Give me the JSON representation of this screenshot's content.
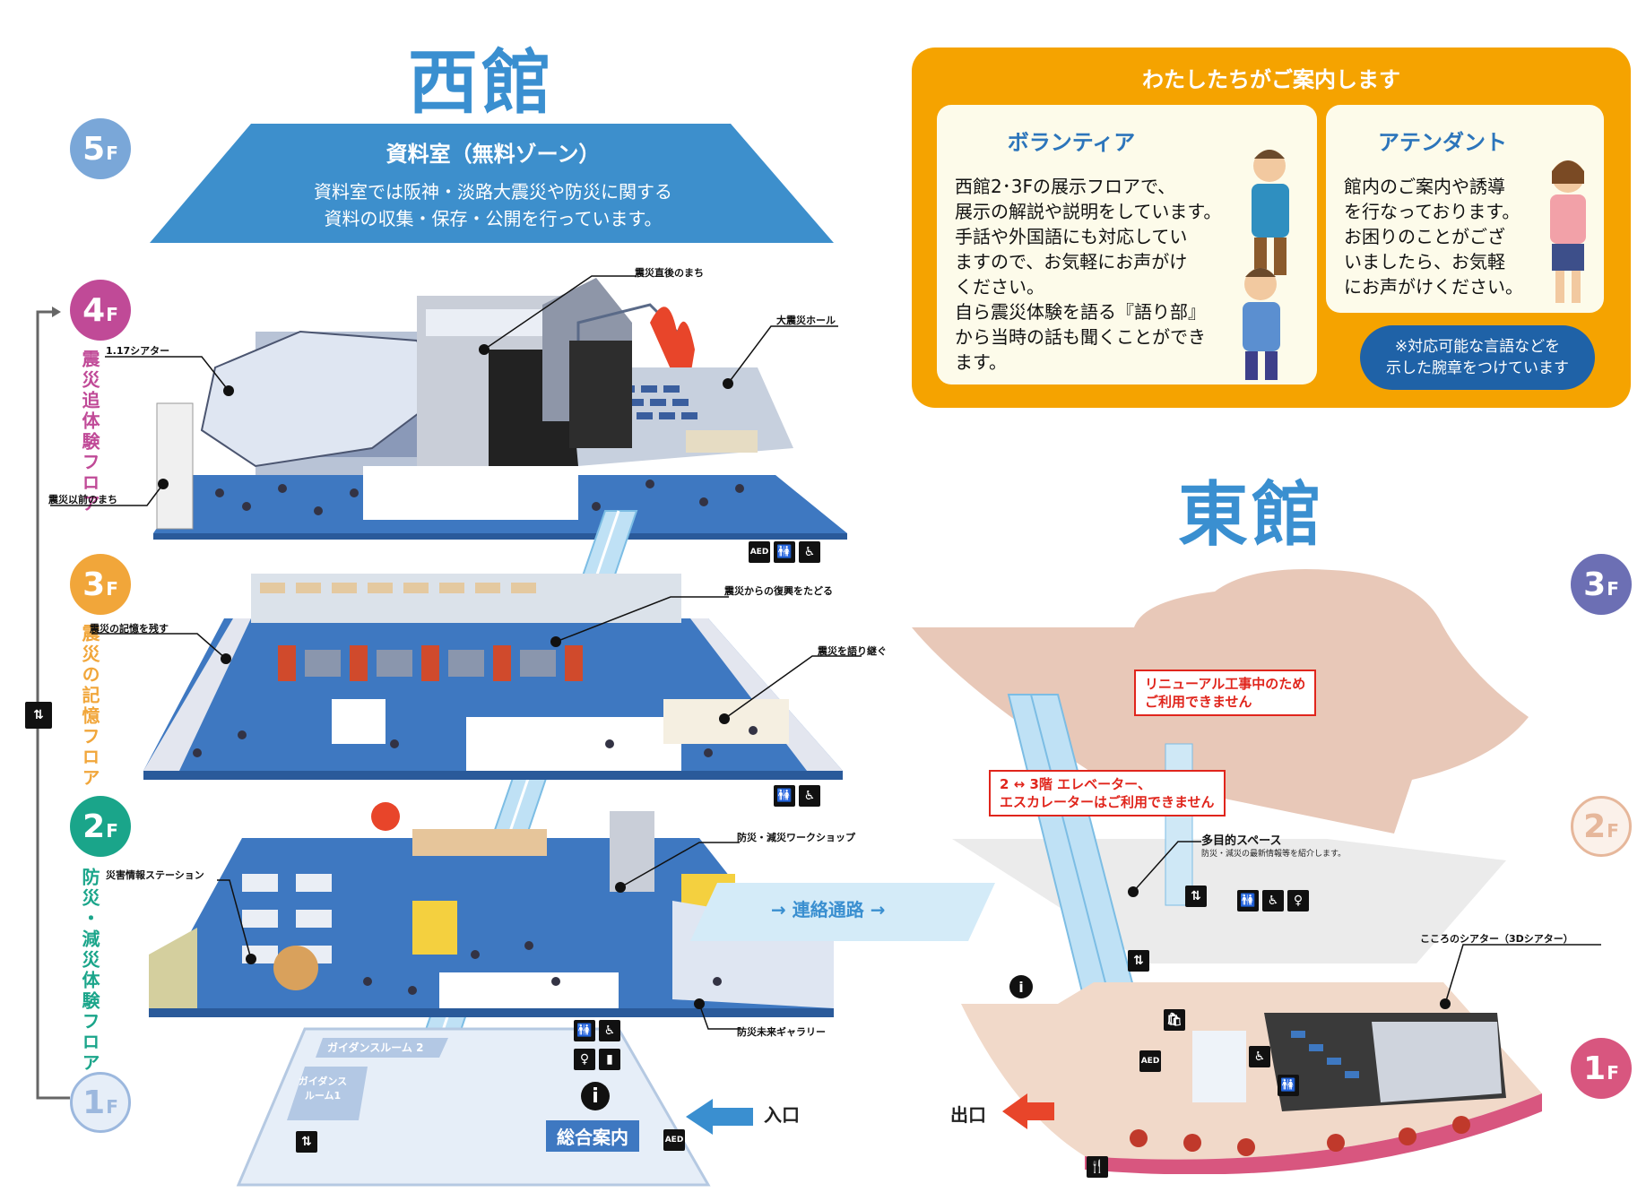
{
  "west": {
    "title": "西館",
    "floor5": {
      "badge": "5",
      "zone_title": "資料室（無料ゾーン）",
      "zone_desc_1": "資料室では阪神・淡路大震災や防災に関する",
      "zone_desc_2": "資料の収集・保存・公開を行っています。"
    },
    "floor4": {
      "badge": "4",
      "name": "震災追体験フロア",
      "labels": [
        "震災直後のまち",
        "1.17シアター",
        "大震災ホール",
        "震災以前のまち"
      ]
    },
    "floor3": {
      "badge": "3",
      "name": "震災の記憶フロア",
      "labels": [
        "震災からの復興をたどる",
        "震災の記憶を残す",
        "震災を語り継ぐ"
      ]
    },
    "floor2": {
      "badge": "2",
      "name": "防災・減災体験フロア",
      "labels": [
        "防災・減災ワークショップ",
        "災害情報ステーション",
        "防災未来ギャラリー"
      ]
    },
    "floor1": {
      "badge": "1",
      "room2": "ガイダンスルーム 2",
      "room1_a": "ガイダンス",
      "room1_b": "ルーム1",
      "info_desk": "総合案内",
      "entrance": "入口"
    },
    "corridor": "連絡通路"
  },
  "east": {
    "title": "東館",
    "floor3": {
      "badge": "3",
      "notice_1": "リニューアル工事中のため",
      "notice_2": "ご利用できません"
    },
    "floor2": {
      "badge": "2",
      "notice_1": "2 ↔ 3階 エレベーター、",
      "notice_2": "エスカレーターはご利用できません",
      "space_title": "多目的スペース",
      "space_desc": "防災・減災の最新情報等を紹介します。"
    },
    "floor1": {
      "badge": "1",
      "theater": "こころのシアター（3Dシアター）",
      "exit": "出口"
    }
  },
  "floor_suffix": "F",
  "guides": {
    "header": "わたしたちがご案内します",
    "volunteer": {
      "title": "ボランティア",
      "lines": [
        "西館2･3Fの展示フロアで、",
        "展示の解説や説明をしています。",
        "手話や外国語にも対応してい",
        "ますので、お気軽にお声がけ",
        "ください。",
        "自ら震災体験を語る『語り部』",
        "から当時の話も聞くことができ",
        "ます。"
      ]
    },
    "attendant": {
      "title": "アテンダント",
      "lines": [
        "館内のご案内や誘導",
        "を行なっております。",
        "お困りのことがござ",
        "いましたら、お気軽",
        "にお声がけください。"
      ]
    },
    "armband_note_1": "※対応可能な言語などを",
    "armband_note_2": "示した腕章をつけています"
  },
  "icons": {
    "aed": "AED",
    "restroom": "restroom-icon",
    "accessible": "wheelchair-icon",
    "elevator": "elevator-icon",
    "info": "i",
    "restaurant": "restaurant-icon",
    "shop": "shop-icon",
    "nursing": "nursing-room-icon"
  },
  "colors": {
    "f5": "#7aa7d8",
    "f4": "#c04a97",
    "f3": "#f1a63a",
    "f2": "#1aa58a",
    "f1": "#9cb8de",
    "east_f3": "#6c6fb4",
    "east_f2": "#e6b79b",
    "east_f1": "#d8567f",
    "floor_blue": "#3e78c1",
    "guide_orange": "#f5a300"
  }
}
